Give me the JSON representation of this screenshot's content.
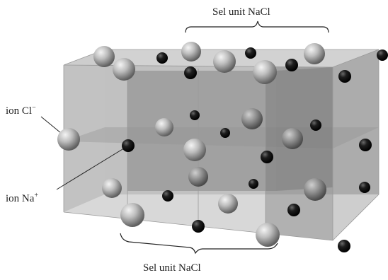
{
  "labels": {
    "top_unit_cell": "Sel unit NaCl",
    "bottom_unit_cell": "Sel unit NaCl",
    "chloride_ion": "ion Cl",
    "chloride_charge": "−",
    "sodium_ion": "ion Na",
    "sodium_charge": "+"
  },
  "colors": {
    "box_light": "#c6c6c6",
    "box_mid": "#a8a8a8",
    "box_dark": "#7a7a7a",
    "cl_ion": "#bdbdbd",
    "na_ion": "#1a1a1a",
    "line": "#222222"
  }
}
